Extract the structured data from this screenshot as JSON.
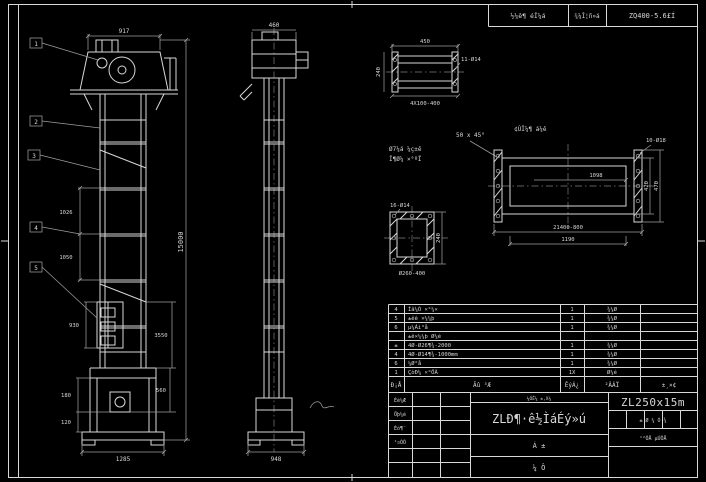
{
  "colors": {
    "background": "#000000",
    "line": "#d8d8d8",
    "dim_line": "#9d9d9d",
    "text": "#d8d8d8"
  },
  "header": {
    "cell1": "½¼ê¶ éÎ¼á",
    "cell2": "¾¼Î¦ñ»á",
    "cell3": "ZQ400-5.6£Í"
  },
  "front_view": {
    "balloon1": "1",
    "balloon2": "2",
    "balloon3": "3",
    "balloon4": "4",
    "balloon5": "5",
    "dim_head_width": "917",
    "dim_total_height": "15000",
    "dim_base_width": "1285",
    "dim_left_upper": "1026",
    "dim_left_lower": "1050",
    "dim_window": "930",
    "dim_boot_a": "180",
    "dim_boot_b": "120",
    "dim_right_mid": "3550",
    "dim_right_low": "560"
  },
  "side_view": {
    "dim_top": "460",
    "dim_base": "948"
  },
  "detail_channel": {
    "dim_top": "450",
    "dim_left": "240",
    "label_holes": "11-Ø14",
    "label_bottom": "4X100-400",
    "note1": "Ø7¼á ¼ç±ê",
    "note2": "Î¶Ø¼ ×°ºÏ"
  },
  "chamfer_note": "50 x 45°",
  "detail_casing": {
    "label_top": "¢ÙÎ¼¶ á¼ê",
    "label_holes": "10-Ø18",
    "dim_inner": "1098",
    "dim_right_inner": "420",
    "dim_right_outer": "470",
    "dim_bottom_outer": "21400-800",
    "dim_bottom_inner": "1190"
  },
  "detail_flange": {
    "label_holes": "16-Ø14",
    "label_bottom": "Ø260-400",
    "dim_right": "240"
  },
  "bom": {
    "header": {
      "no": "Ð¡Å",
      "name": "Ãû  ³Æ",
      "qty": "ÊýÁ¿",
      "mat": "²ÄÁÏ",
      "remark": "±¸×¢"
    },
    "rows": [
      {
        "no": "4",
        "name": "Íâ¼Ó ×°¼×",
        "qty": "1",
        "mat": "¾¼Ø"
      },
      {
        "no": "5",
        "name": "±êê ×¼¼þ",
        "qty": "1",
        "mat": "¾¼Ø"
      },
      {
        "no": "6",
        "name": "µ¼Áì°å",
        "qty": "1",
        "mat": "¾¼Ø"
      },
      {
        "no": "",
        "name": "±ê×¼¼þ Ø¼é",
        "qty": "",
        "mat": ""
      },
      {
        "no": "±",
        "name": "4Ø-Ø26¶¾-2000",
        "qty": "1",
        "mat": "¾¼Ø"
      },
      {
        "no": "4",
        "name": "4Ø-Ø14¶¾-1000mm",
        "qty": "1",
        "mat": "¾¼Ø"
      },
      {
        "no": "6",
        "name": "¼Ø°å",
        "qty": "1",
        "mat": "¾¼Ø"
      },
      {
        "no": "1",
        "name": "ÇòÐ¼ ×°ÖÃ",
        "qty": "1X",
        "mat": "Ø¼é"
      }
    ]
  },
  "title_block": {
    "sig1": "Éè¼Æ",
    "sig2": "Öþ¼é",
    "sig3": "Éó¶¨",
    "sig4": "¹¤ÒÕ",
    "top_note": "¼ÓÊ¼ ±,X¼",
    "product_title": "ZLÐ¶·ê½ÌáÉý»ú",
    "row3": "Á  ±",
    "row4": "¼  Ô",
    "drawing_no": "ZL250x15m",
    "small_cells": "± Ø ¼ Ó ¾",
    "sheet_info": "¹²ÕÅ µÚÕÅ"
  }
}
